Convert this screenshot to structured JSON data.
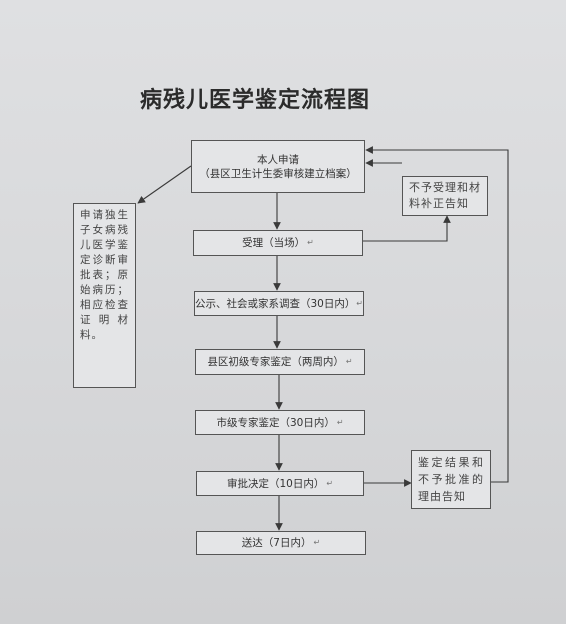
{
  "title": "病残儿医学鉴定流程图",
  "return_mark": "↵",
  "steps": [
    {
      "line1": "本人申请",
      "line2": "（县区卫生计生委审核建立档案）"
    },
    {
      "line1": "受理（当场）",
      "line2": ""
    },
    {
      "line1": "公示、社会或家系调查（30日内）",
      "line2": ""
    },
    {
      "line1": "县区初级专家鉴定（两周内）",
      "line2": ""
    },
    {
      "line1": "市级专家鉴定（30日内）",
      "line2": ""
    },
    {
      "line1": "审批决定（10日内）",
      "line2": ""
    },
    {
      "line1": "送达（7日内）",
      "line2": ""
    }
  ],
  "left_note": "申请独生子女病残儿医学鉴定诊断审批表；原始病历；相应检查证明材料。",
  "reject_box": "不予受理和材料补正告知",
  "result_box": "鉴定结果和不予批准的理由告知",
  "colors": {
    "line": "#3a3a3a",
    "box_border": "#555555",
    "paper": "#dcdddf"
  }
}
